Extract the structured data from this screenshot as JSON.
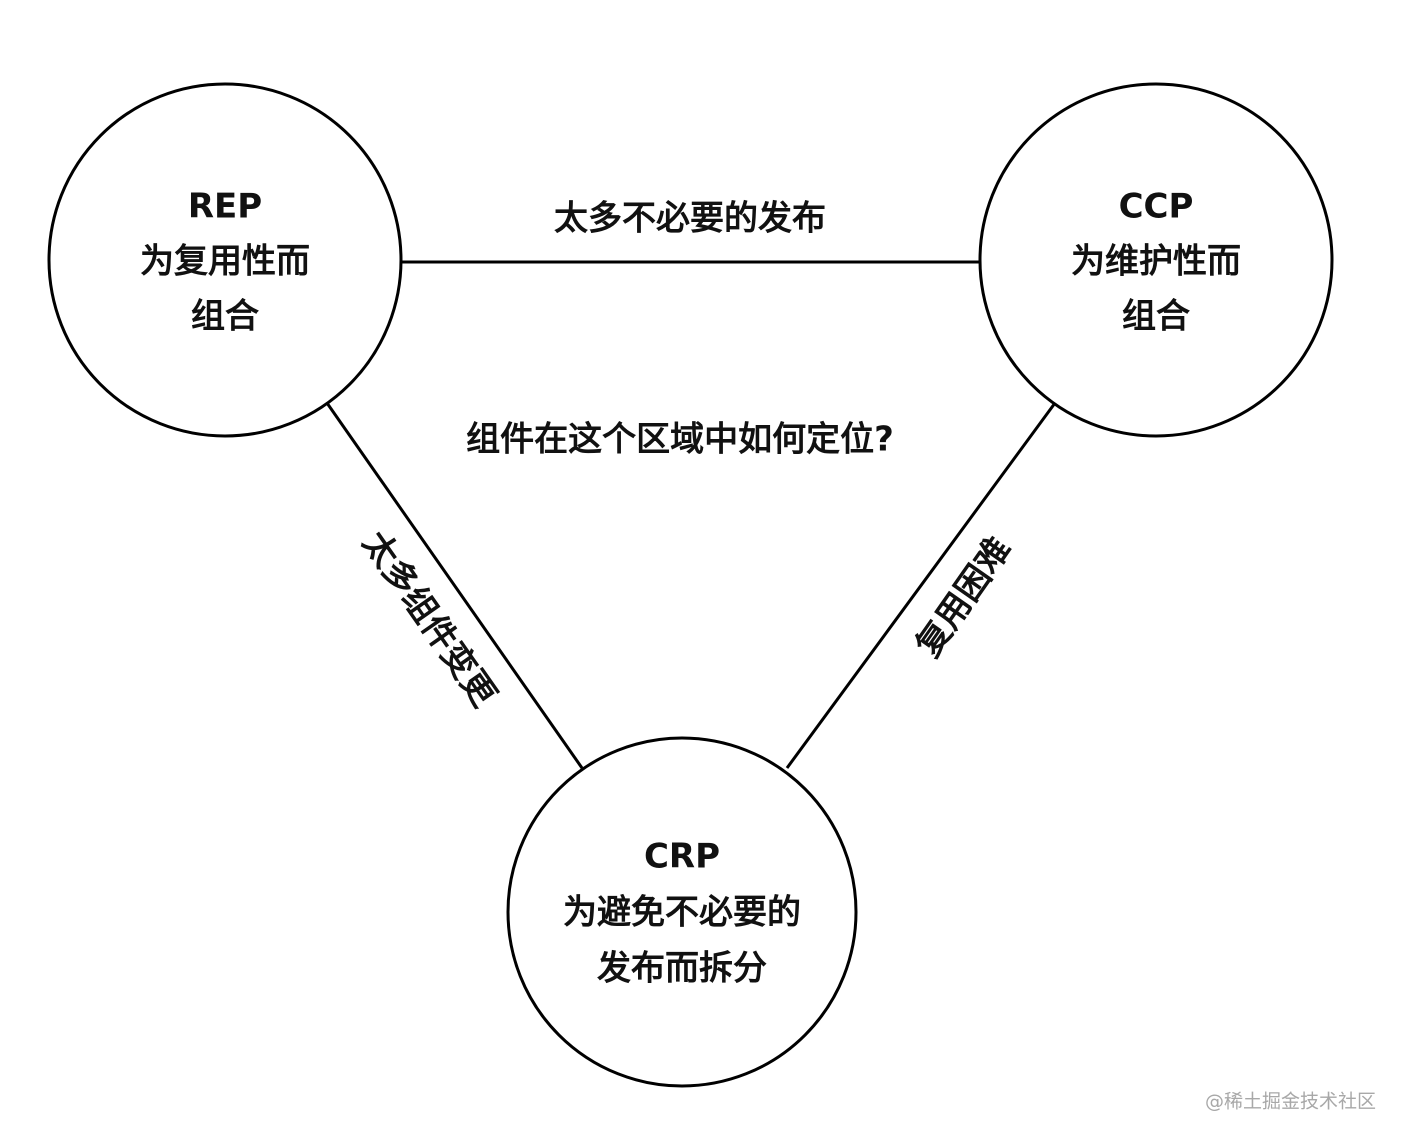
{
  "nodes": {
    "rep": {
      "lines": [
        "REP",
        "为复用性而",
        "组合"
      ]
    },
    "ccp": {
      "lines": [
        "CCP",
        "为维护性而",
        "组合"
      ]
    },
    "crp": {
      "lines": [
        "CRP",
        "为避免不必要的",
        "发布而拆分"
      ]
    }
  },
  "edges": {
    "rep_ccp": "太多不必要的发布",
    "rep_crp": "太多组件变更",
    "ccp_crp": "复用困难"
  },
  "center_question": "组件在这个区域中如何定位?",
  "watermark": "@稀土掘金技术社区"
}
